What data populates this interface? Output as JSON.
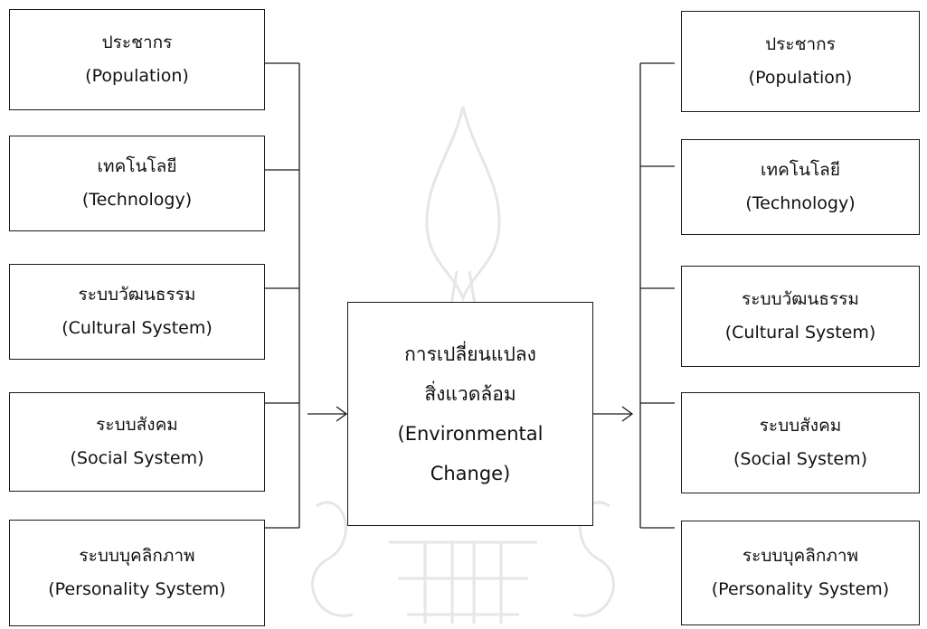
{
  "left_factors": [
    {
      "th": "ประชากร",
      "en": "(Population)"
    },
    {
      "th": "เทคโนโลยี",
      "en": "(Technology)"
    },
    {
      "th": "ระบบวัฒนธรรม",
      "en": "(Cultural  System)"
    },
    {
      "th": "ระบบสังคม",
      "en": "(Social System)"
    },
    {
      "th": "ระบบบุคลิกภาพ",
      "en": "(Personality System)"
    }
  ],
  "center": {
    "line1": "การเปลี่ยนแปลง",
    "line2": "สิ่งแวดล้อม",
    "line3": "(Environmental",
    "line4": "Change)"
  },
  "right_factors": [
    {
      "th": "ประชากร",
      "en": "(Population)"
    },
    {
      "th": "เทคโนโลยี",
      "en": "(Technology)"
    },
    {
      "th": "ระบบวัฒนธรรม",
      "en": "(Cultural  System)"
    },
    {
      "th": "ระบบสังคม",
      "en": "(Social System)"
    },
    {
      "th": "ระบบบุคลิกภาพ",
      "en": "(Personality System)"
    }
  ]
}
